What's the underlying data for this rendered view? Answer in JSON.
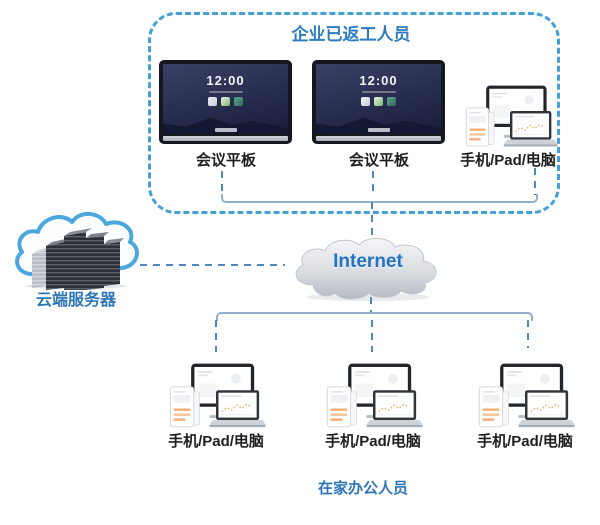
{
  "colors": {
    "box_border": "#44a0d6",
    "connector": "#4f87bf",
    "bracket": "#8fafcf",
    "title_text": "#2e7cc0",
    "blue_label": "#2e75b6",
    "dark_label": "#1f1f1f",
    "internet_text": "#2273c3"
  },
  "top_group": {
    "title": "企业已返工人员",
    "tablets": [
      {
        "label": "会议平板",
        "time": "12:00"
      },
      {
        "label": "会议平板",
        "time": "12:00"
      }
    ],
    "cluster_label": "手机/Pad/电脑"
  },
  "cloud_server": {
    "label": "云端服务器"
  },
  "internet": {
    "label": "Internet"
  },
  "bottom_group": {
    "title": "在家办公人员",
    "clusters": [
      {
        "label": "手机/Pad/电脑"
      },
      {
        "label": "手机/Pad/电脑"
      },
      {
        "label": "手机/Pad/电脑"
      }
    ]
  }
}
